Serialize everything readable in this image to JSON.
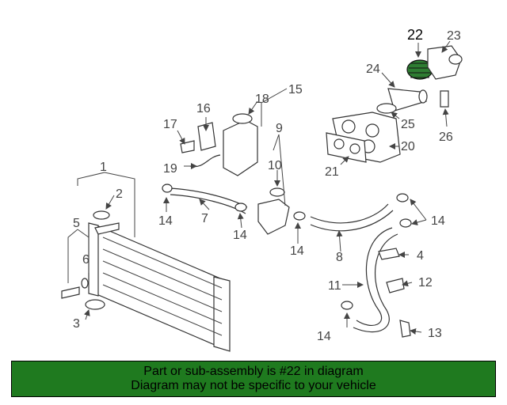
{
  "colors": {
    "banner_bg": "#1f7a1f",
    "highlight_part": "#2e7d32",
    "line": "#333333"
  },
  "callouts": [
    "1",
    "2",
    "3",
    "4",
    "5",
    "6",
    "7",
    "8",
    "9",
    "10",
    "11",
    "12",
    "13",
    "14",
    "15",
    "16",
    "17",
    "18",
    "19",
    "20",
    "21",
    "22",
    "23",
    "24",
    "25",
    "26"
  ],
  "highlighted": "22",
  "banner": {
    "line1": "Part or sub-assembly is #22 in diagram",
    "line2": "Diagram may not be specific to your vehicle"
  }
}
